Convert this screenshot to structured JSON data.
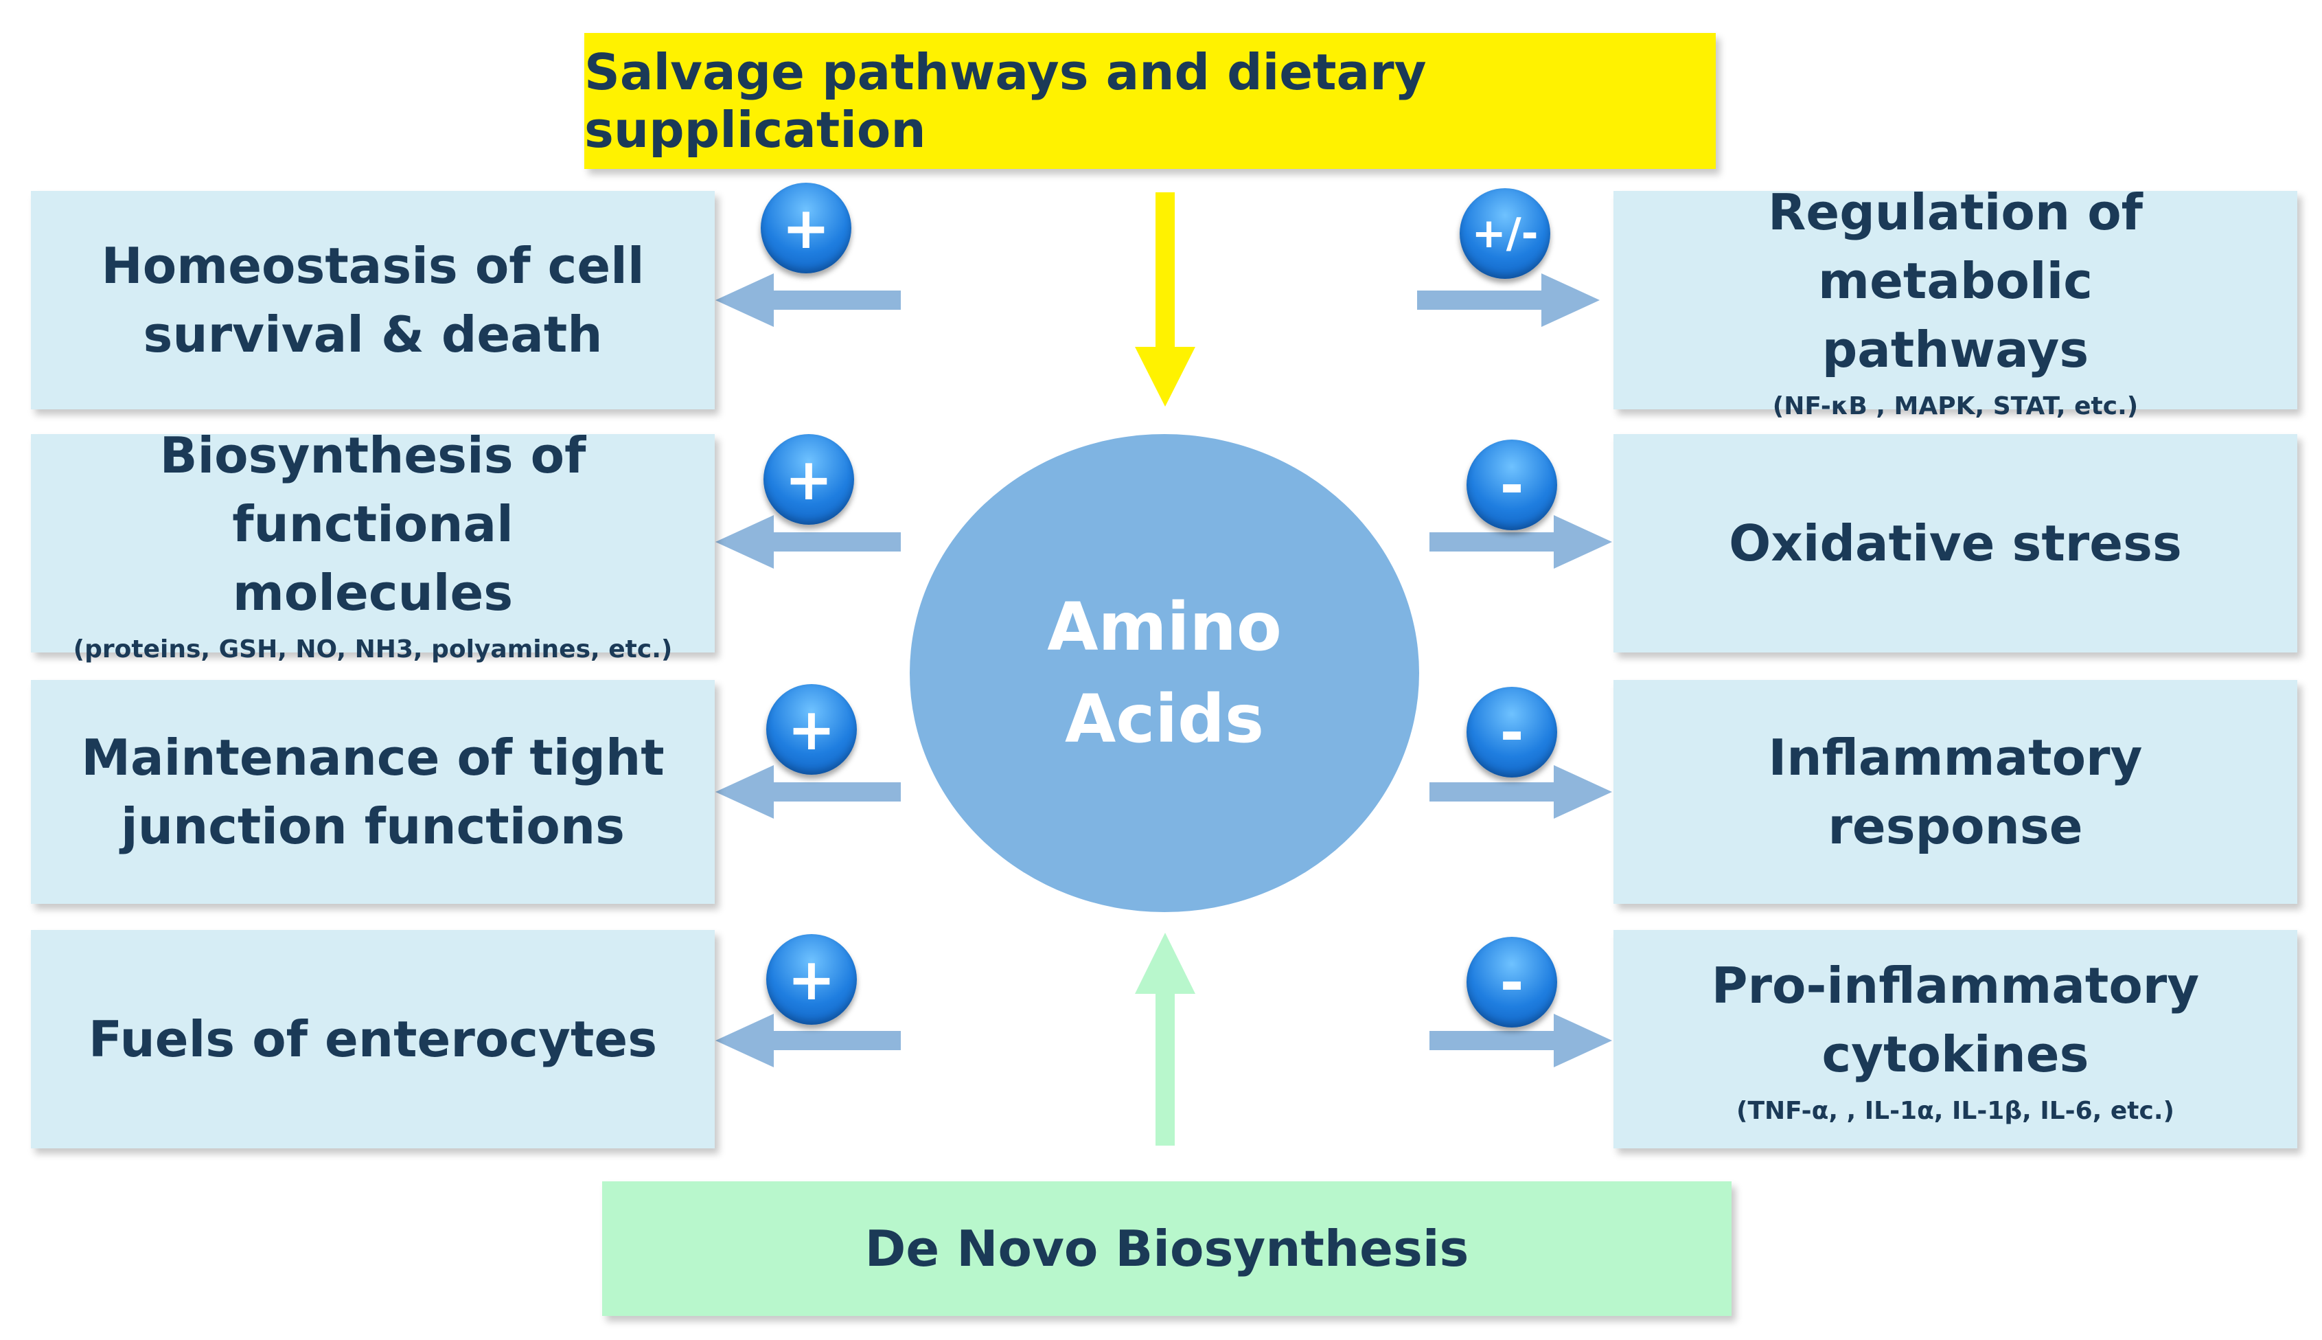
{
  "top": "Salvage pathways and dietary supplication",
  "bottom": "De Novo Biosynthesis",
  "center": {
    "line1": "Amino",
    "line2": "Acids"
  },
  "left": [
    {
      "line1": "Homeostasis of cell",
      "line2": "survival & death",
      "sub": "",
      "sign": "+"
    },
    {
      "line1": "Biosynthesis of functional",
      "line2": "molecules",
      "sub": "(proteins, GSH, NO, NH3,  polyamines, etc.)",
      "sign": "+"
    },
    {
      "line1": "Maintenance of  tight",
      "line2": "junction functions",
      "sub": "",
      "sign": "+"
    },
    {
      "line1": "Fuels of enterocytes",
      "line2": "",
      "sub": "",
      "sign": "+"
    }
  ],
  "right": [
    {
      "line1": "Regulation of metabolic",
      "line2": "pathways",
      "sub": "(NF-κB , MAPK, STAT, etc.)",
      "sign": "+/-"
    },
    {
      "line1": "Oxidative stress",
      "line2": "",
      "sub": "",
      "sign": "-"
    },
    {
      "line1": "Inflammatory response",
      "line2": "",
      "sub": "",
      "sign": "-"
    },
    {
      "line1": "Pro-inflammatory",
      "line2": "cytokines",
      "sub": "(TNF-α, , IL-1α, IL-1β, IL-6, etc.)",
      "sign": "-"
    }
  ],
  "colors": {
    "box": "#d6edf5",
    "top_bar": "#fff200",
    "bottom_bar": "#b8f7cc",
    "circle": "#7fb4e2",
    "arrow": "#8fb6dc",
    "arrow_down": "#fff200",
    "arrow_up": "#b8f7cc",
    "badge": "#1f7ee0",
    "text": "#1b3a57"
  }
}
